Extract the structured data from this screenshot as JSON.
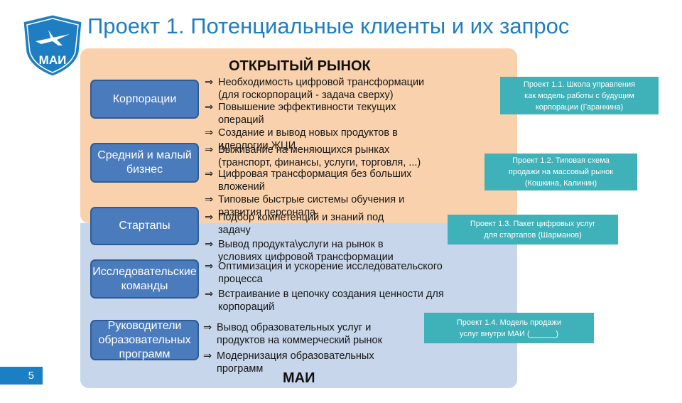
{
  "header": {
    "logo_text": "МАИ",
    "title": "Проект 1. Потенциальные клиенты и их запрос"
  },
  "zones": {
    "open_market": "ОТКРЫТЫЙ РЫНОК",
    "mai": "МАИ"
  },
  "arrow_glyph": "⇒",
  "clients": [
    {
      "label": "Корпорации"
    },
    {
      "label": "Средний и малый бизнес"
    },
    {
      "label": "Стартапы"
    },
    {
      "label": "Исследовательские команды"
    },
    {
      "label": "Руководители образовательных программ"
    }
  ],
  "requests": [
    [
      "Необходимость цифровой трансформации",
      "(для госкорпораций - задача сверху)"
    ],
    [
      "Повышение эффективности текущих",
      "операций"
    ],
    [
      "Создание и вывод новых продуктов в",
      "идеологии ЖЦИ"
    ],
    [
      "Выживание на меняющихся рынках",
      "(транспорт, финансы, услуги, торговля, ...)"
    ],
    [
      "Цифровая трансформация без больших",
      "вложений"
    ],
    [
      "Типовые быстрые системы обучения и",
      "развития персонала"
    ],
    [
      "Подбор компетенций и знаний под",
      "задачу"
    ],
    [
      "Вывод продукта\\услуги на рынок в",
      "условиях цифровой трансформации"
    ],
    [
      "Оптимизация и ускорение исследовательского",
      "процесса"
    ],
    [
      "Встраивание в цепочку создания ценности для",
      "корпораций"
    ],
    [
      "Вывод образовательных услуг и",
      "продуктов на коммерческий рынок"
    ],
    [
      "Модернизация образовательных",
      "программ"
    ]
  ],
  "projects": [
    [
      "Проект 1.1. Школа управления",
      "как модель работы с будущим",
      "корпорации (Гаранкина)"
    ],
    [
      "Проект 1.2. Типовая схема",
      "продажи на массовый рынок",
      "(Кошкина, Калинин)"
    ],
    [
      "Проект 1.3. Пакет цифровых услуг",
      "для стартапов (Шарманов)"
    ],
    [
      "Проект 1.4. Модель продажи",
      "услуг внутри МАИ (______)"
    ]
  ],
  "page_number": "5"
}
